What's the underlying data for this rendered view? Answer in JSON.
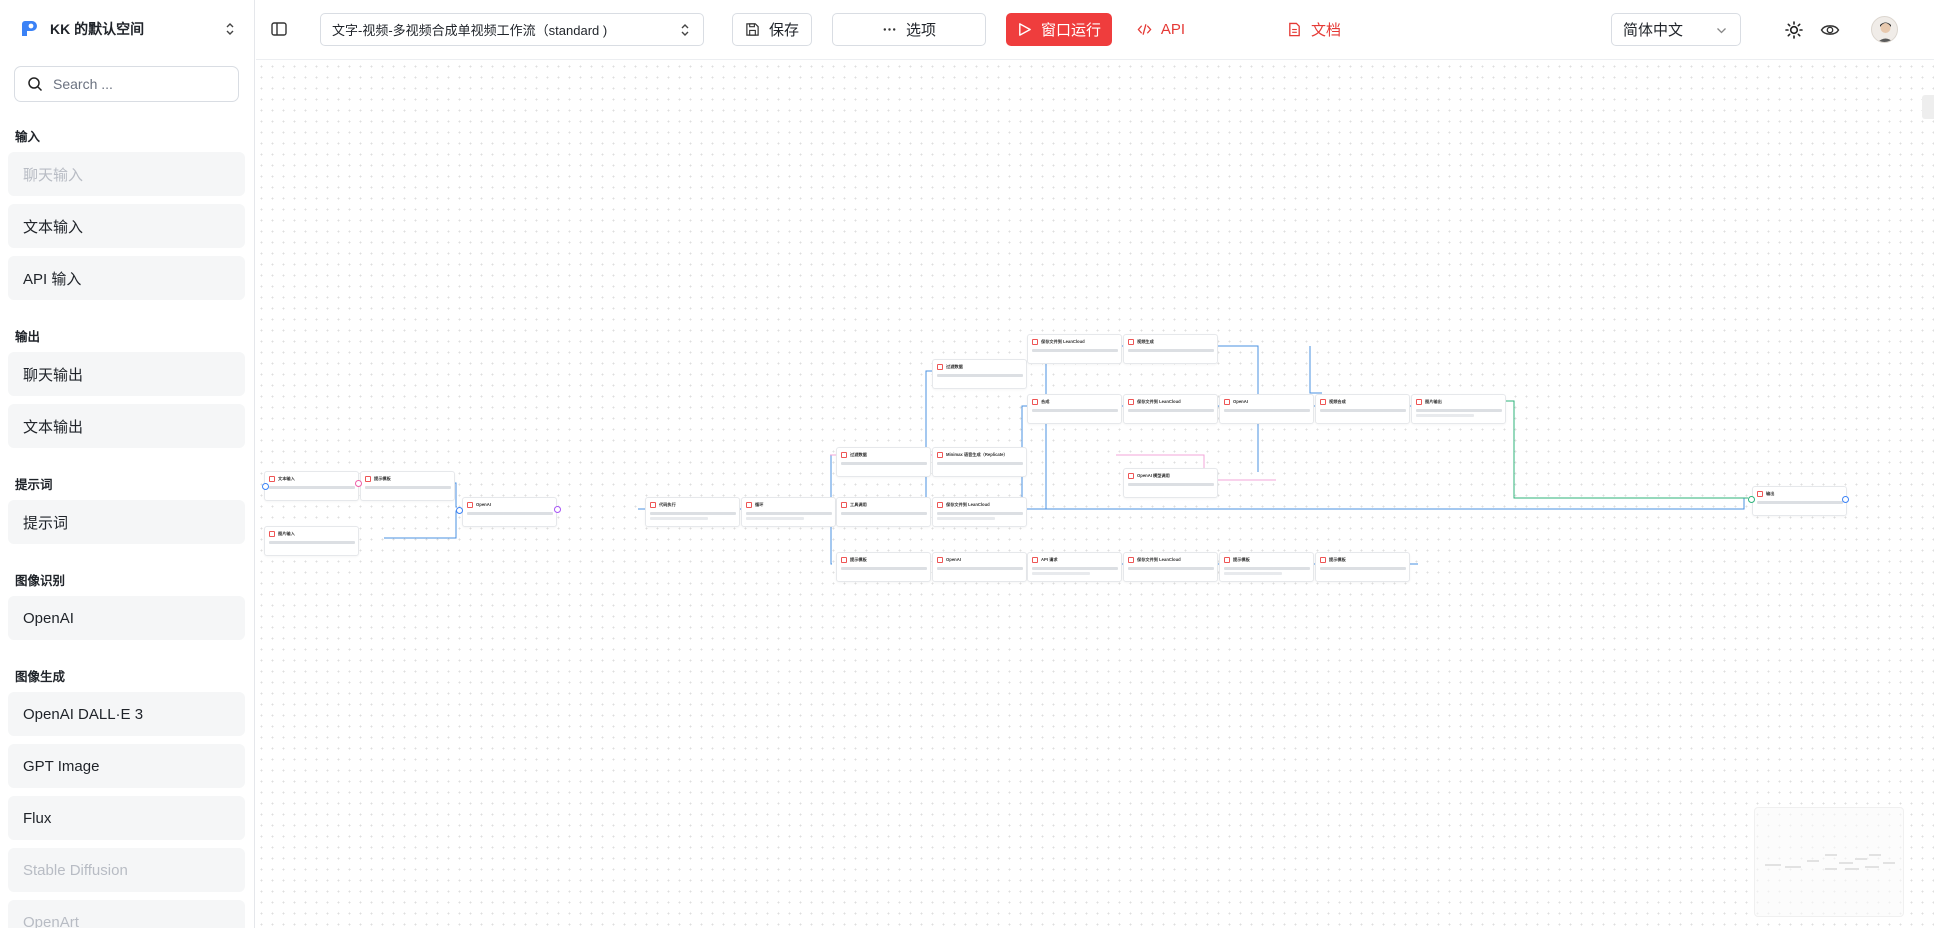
{
  "workspace": {
    "name": "KK 的默认空间"
  },
  "search": {
    "placeholder": "Search ..."
  },
  "sidebar": {
    "sections": [
      {
        "title": "输入",
        "items": [
          {
            "label": "聊天输入",
            "disabled": true
          },
          {
            "label": "文本输入"
          },
          {
            "label": "API 输入"
          }
        ]
      },
      {
        "title": "输出",
        "items": [
          {
            "label": "聊天输出"
          },
          {
            "label": "文本输出"
          }
        ]
      },
      {
        "title": "提示词",
        "items": [
          {
            "label": "提示词"
          }
        ]
      },
      {
        "title": "图像识别",
        "items": [
          {
            "label": "OpenAI"
          }
        ]
      },
      {
        "title": "图像生成",
        "items": [
          {
            "label": "OpenAI DALL·E 3"
          },
          {
            "label": "GPT Image"
          },
          {
            "label": "Flux"
          },
          {
            "label": "Stable Diffusion",
            "disabled": true
          },
          {
            "label": "OpenArt",
            "disabled": true
          }
        ]
      }
    ]
  },
  "header": {
    "workflow_name": "文字-视频-多视频合成单视频工作流（standard )",
    "save_label": "保存",
    "options_label": "选项",
    "run_label": "窗口运行",
    "api_label": "API",
    "docs_label": "文档",
    "language": "简体中文"
  },
  "colors": {
    "accent": "#ef3d3d",
    "edge": "#4a90e2",
    "edge_pink": "#f3a6d8"
  },
  "canvas": {
    "nodes": [
      {
        "id": "n1",
        "title": "文本输入"
      },
      {
        "id": "n2",
        "title": "提示模板"
      },
      {
        "id": "n3",
        "title": "图片输入"
      },
      {
        "id": "n4",
        "title": "OpenAI"
      },
      {
        "id": "n5",
        "title": "代码执行"
      },
      {
        "id": "n6",
        "title": "循环"
      },
      {
        "id": "n7",
        "title": "过滤数据"
      },
      {
        "id": "n8",
        "title": "工具调用"
      },
      {
        "id": "n9",
        "title": "提示模板"
      },
      {
        "id": "n10",
        "title": "过滤数据"
      },
      {
        "id": "n11",
        "title": "Minimax 语音生成（Replicate）"
      },
      {
        "id": "n12",
        "title": "保存文件到 LeanCloud"
      },
      {
        "id": "n13",
        "title": "OpenAI"
      },
      {
        "id": "n14",
        "title": "保存文件到 LeanCloud"
      },
      {
        "id": "n15",
        "title": "合成"
      },
      {
        "id": "n16",
        "title": "保存文件到 LeanCloud"
      },
      {
        "id": "n17",
        "title": "OpenAI 模型调用"
      },
      {
        "id": "n18",
        "title": "视频生成"
      },
      {
        "id": "n19",
        "title": "API 请求"
      },
      {
        "id": "n20",
        "title": "保存文件到 LeanCloud"
      },
      {
        "id": "n21",
        "title": "提示模板"
      },
      {
        "id": "n22",
        "title": "OpenAI"
      },
      {
        "id": "n23",
        "title": "视频合成"
      },
      {
        "id": "n24",
        "title": "图片输出"
      },
      {
        "id": "n25",
        "title": "提示模板"
      },
      {
        "id": "n26",
        "title": "输出"
      }
    ]
  }
}
